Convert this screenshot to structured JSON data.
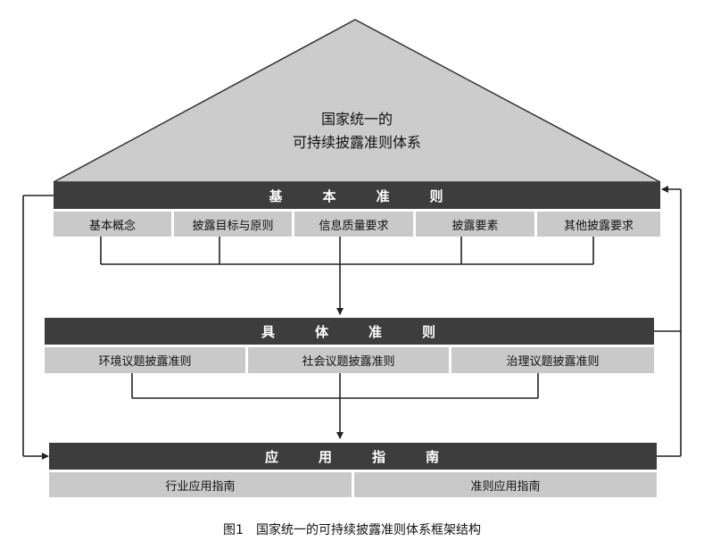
{
  "roof": {
    "line1": "国家统一的",
    "line2": "可持续披露准则体系"
  },
  "basic": {
    "title_chars": [
      "基",
      "本",
      "准",
      "则"
    ],
    "items": [
      "基本概念",
      "披露目标与原则",
      "信息质量要求",
      "披露要素",
      "其他披露要求"
    ]
  },
  "specific": {
    "title_chars": [
      "具",
      "体",
      "准",
      "则"
    ],
    "items": [
      "环境议题披露准则",
      "社会议题披露准则",
      "治理议题披露准则"
    ]
  },
  "guide": {
    "title_chars": [
      "应",
      "用",
      "指",
      "南"
    ],
    "items": [
      "行业应用指南",
      "准则应用指南"
    ]
  },
  "caption": "图1　国家统一的可持续披露准则体系框架结构",
  "colors": {
    "bar": "#3d3d3d",
    "cell": "#c9c9c9",
    "roof": "#cccccc",
    "line": "#222222"
  }
}
